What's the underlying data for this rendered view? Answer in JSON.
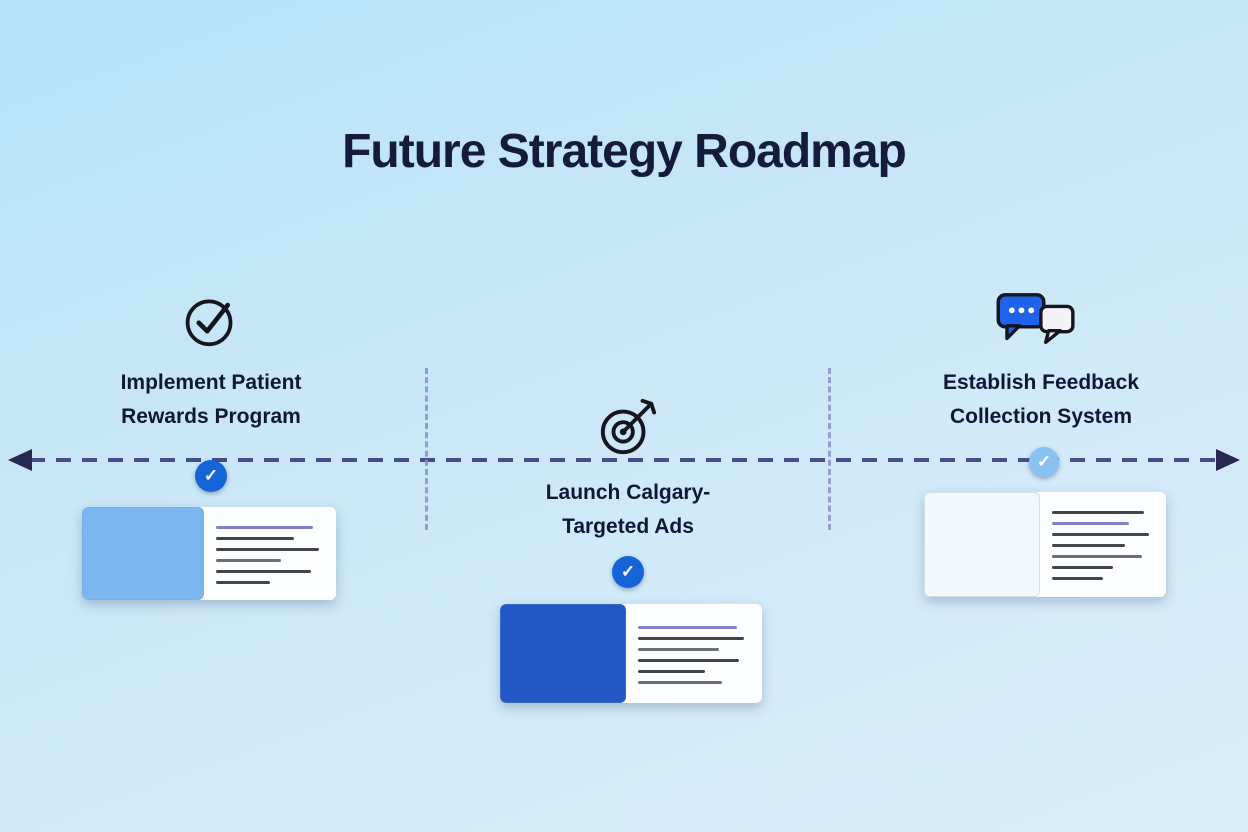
{
  "title": "Future Strategy Roadmap",
  "timeline": {
    "direction": "bidirectional",
    "line_color": "#3a3a82",
    "arrow_color": "#15153f"
  },
  "milestones": [
    {
      "label": "Implement Patient Rewards Program",
      "icon": "check-circle-icon",
      "checkpoint": {
        "glyph": "✓",
        "color": "#1565d8"
      },
      "card": {
        "accent_color": "#7cb6f1"
      }
    },
    {
      "label": "Launch Calgary-Targeted Ads",
      "icon": "target-dart-icon",
      "checkpoint": {
        "glyph": "✓",
        "color": "#1565d8"
      },
      "card": {
        "accent_color": "#2257c5"
      }
    },
    {
      "label": "Establish Feedback Collection System",
      "icon": "chat-feedback-icon",
      "checkpoint": {
        "glyph": "✓",
        "color": "#8ac2ef"
      },
      "card": {
        "accent_color": "#f2f9fd"
      }
    }
  ]
}
